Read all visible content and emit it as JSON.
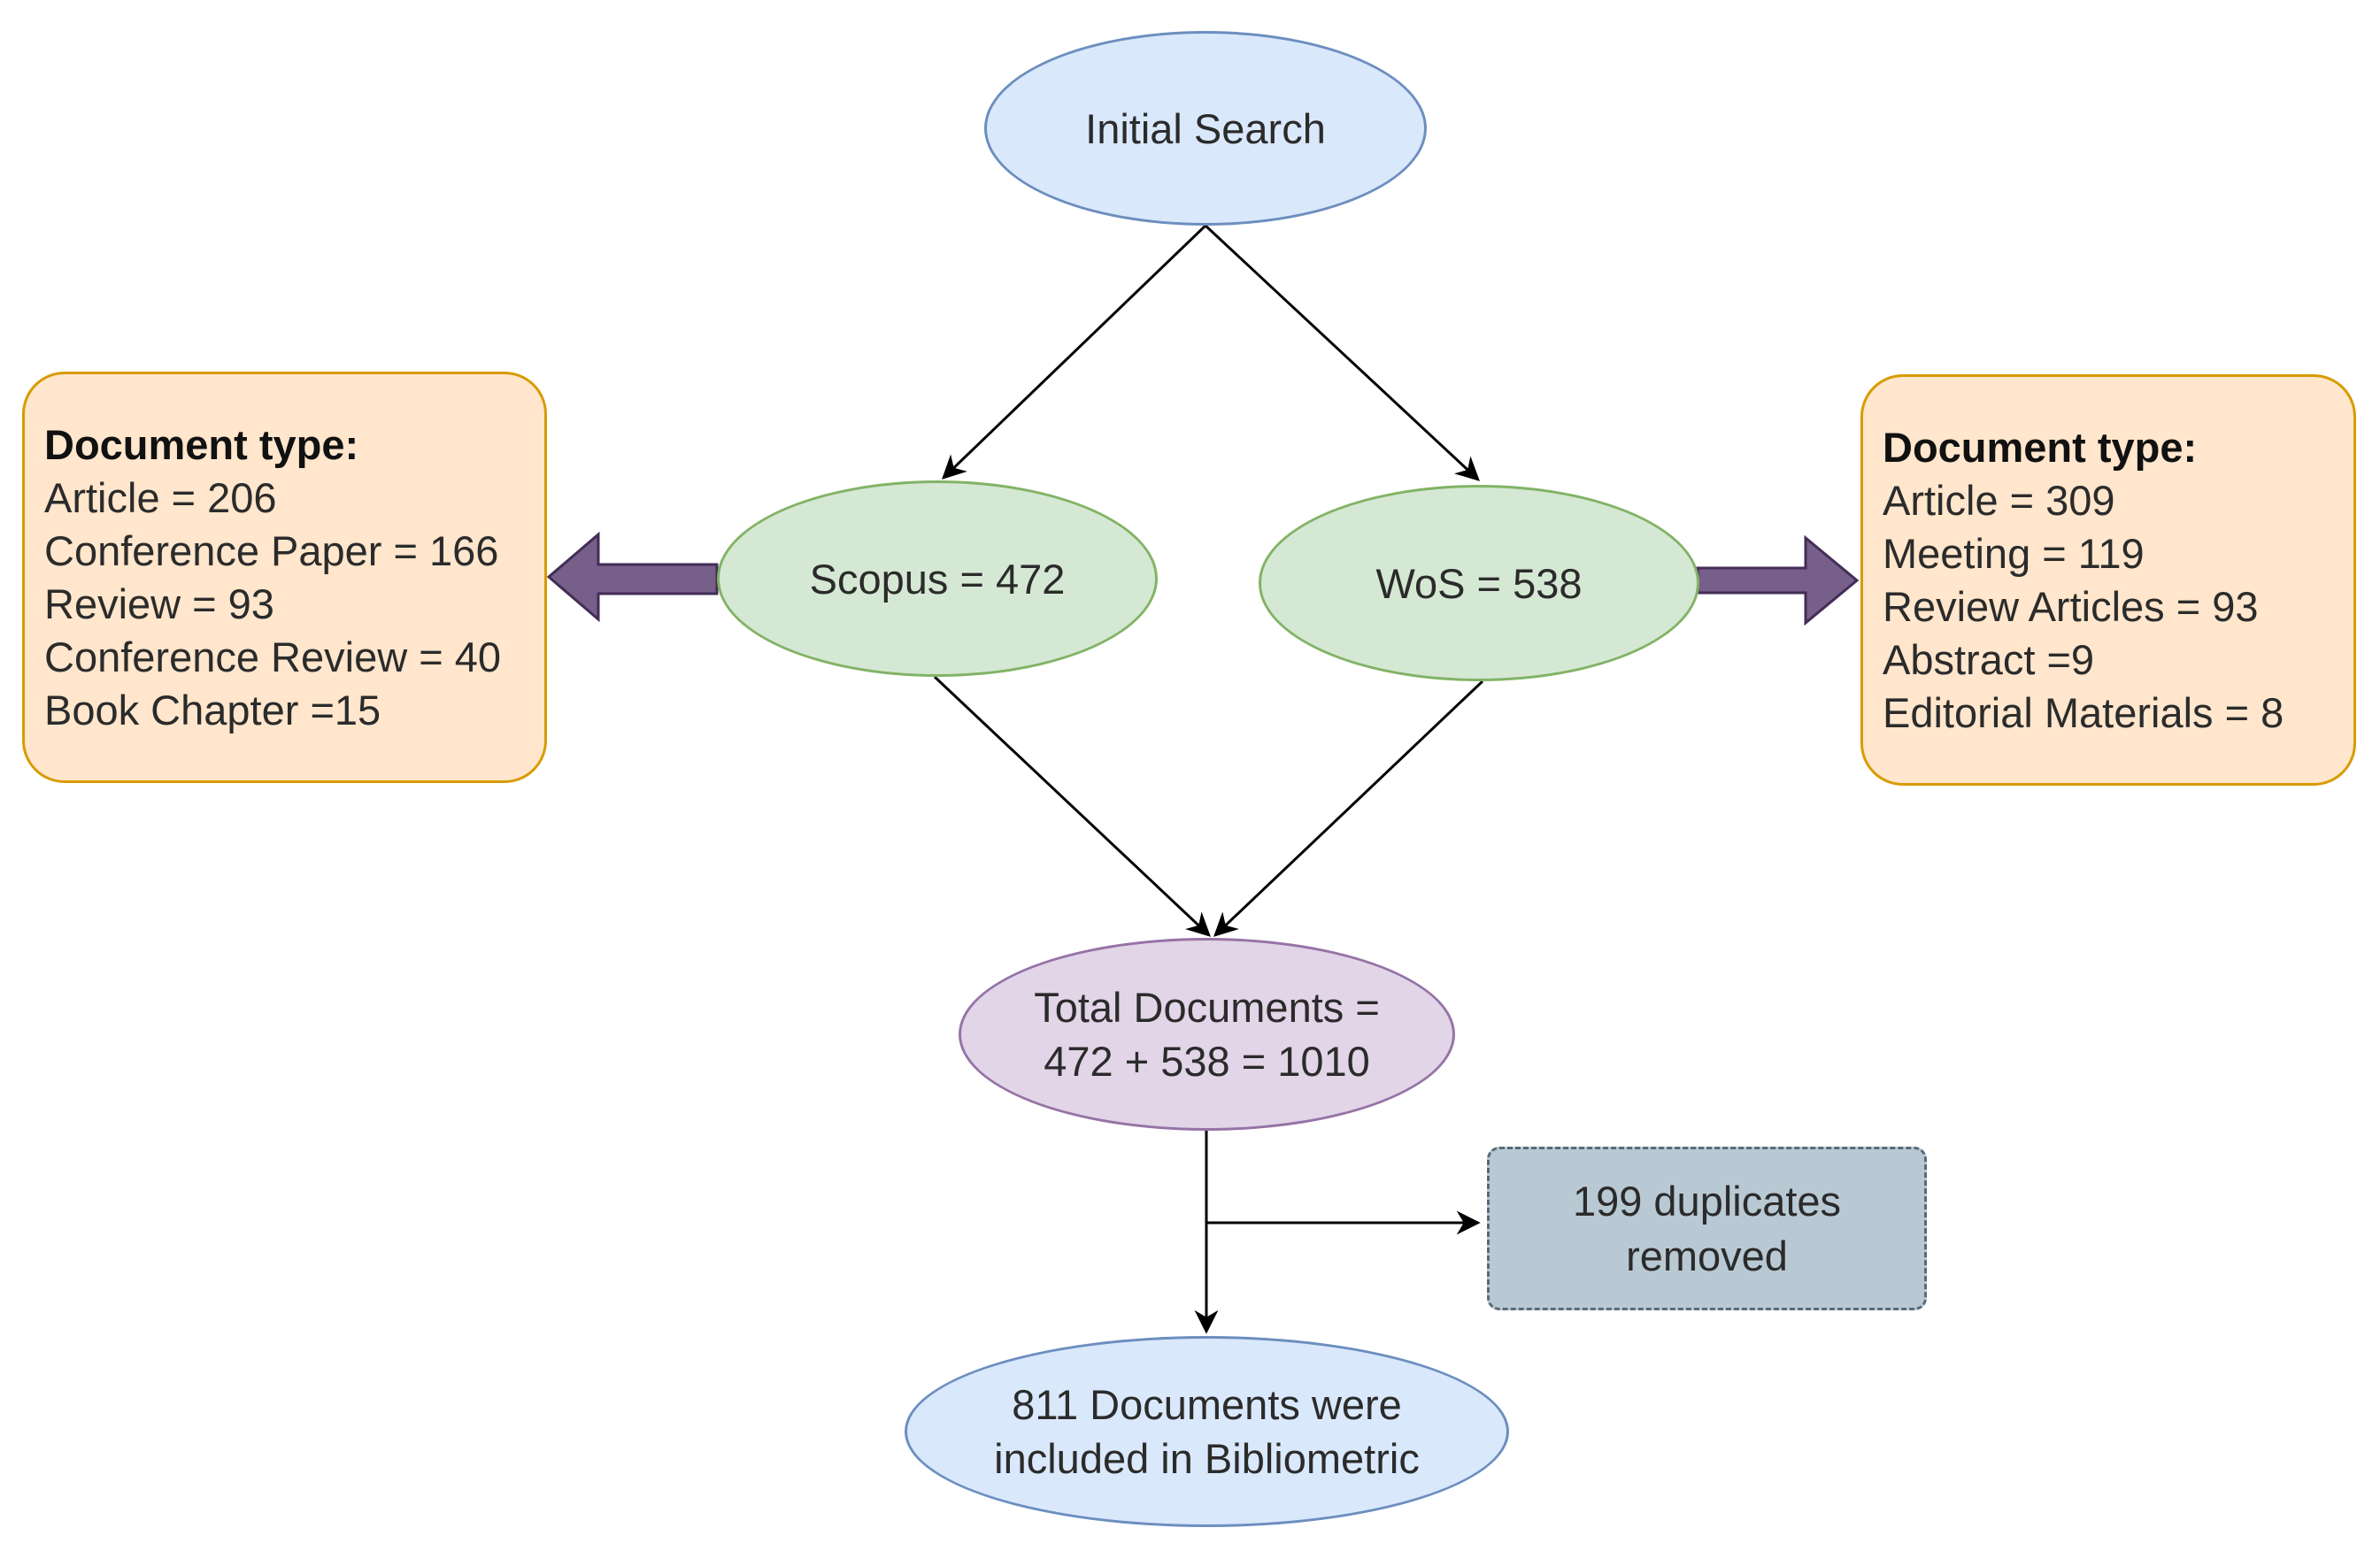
{
  "nodes": {
    "initial_search": "Initial Search",
    "scopus": "Scopus = 472",
    "wos": "WoS = 538",
    "total": {
      "line1": "Total Documents =",
      "line2": "472 + 538 = 1010"
    },
    "duplicates": {
      "line1": "199 duplicates",
      "line2": "removed"
    },
    "final": {
      "line1": "811 Documents were",
      "line2": "included in Bibliometric"
    }
  },
  "scopus_types": {
    "heading": "Document type:",
    "items": [
      "Article = 206",
      "Conference Paper = 166",
      "Review = 93",
      "Conference Review = 40",
      "Book Chapter =15"
    ]
  },
  "wos_types": {
    "heading": "Document type:",
    "items": [
      "Article = 309",
      "Meeting = 119",
      "Review Articles = 93",
      "Abstract =9",
      "Editorial Materials = 8"
    ]
  },
  "colors": {
    "blue_node": "#dae8fc",
    "green_node": "#d5e8d4",
    "purple_node": "#e1d5e7",
    "orange_box": "#ffe6cc",
    "duplicate_box": "#b9c9d4",
    "block_arrow": "#76608a"
  }
}
